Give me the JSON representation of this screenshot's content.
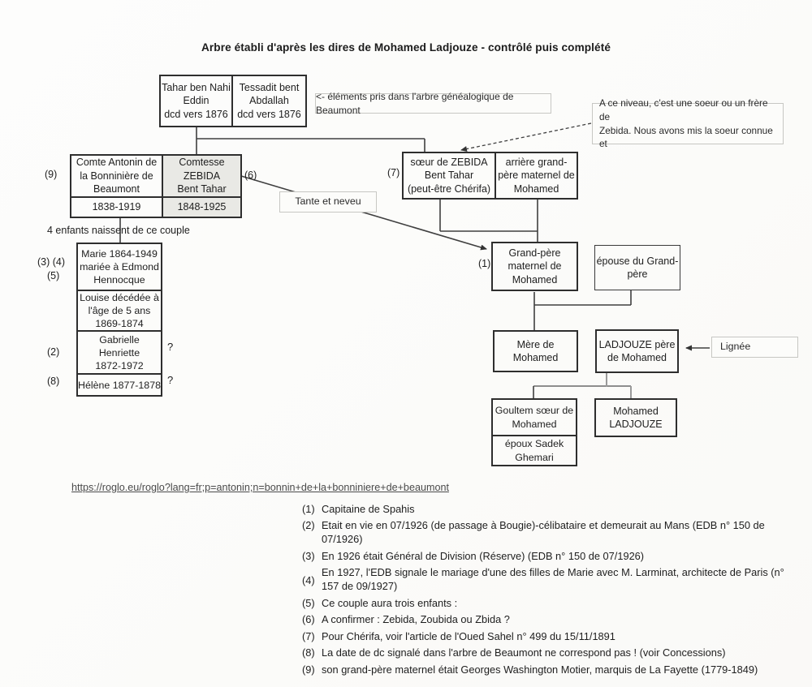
{
  "title": "Arbre établi d'après les dires de Mohamed Ladjouze - contrôlé puis complété",
  "annotations": {
    "elements_note": "<- éléments pris dans l'arbre généalogique de Beaumont",
    "niveau_note": "A ce niveau, c'est  une soeur ou un frère de\nZebida. Nous avons mis la soeur connue et",
    "tante_label": "Tante et neveu",
    "lignee_label": "Lignée",
    "children_caption": "4 enfants naissent de ce couple",
    "question_mark": "?"
  },
  "nodes": {
    "tahar": "Tahar ben Nahi\nEddin\ndcd vers 1876",
    "tessadit": "Tessadit bent\nAbdallah\ndcd vers 1876",
    "comte": "Comte Antonin de\nla Bonninière de\nBeaumont",
    "comte_years": "1838-1919",
    "comtesse": "Comtesse\nZEBIDA\nBent Tahar",
    "comtesse_years": "1848-1925",
    "soeur": "sœur de ZEBIDA\nBent Tahar\n(peut-être Chérifa)",
    "arriere": "arrière grand-\npère maternel de\nMohamed",
    "grandpere": "Grand-père\nmaternel de\nMohamed",
    "epouse": "épouse du Grand-\npère",
    "mere": "Mère de\nMohamed",
    "ladjouze_pere": "LADJOUZE père\nde Mohamed",
    "goultem": "Goultem sœur de\nMohamed",
    "goultem_epoux": "époux Sadek\nGhemari",
    "mohamed": "Mohamed\nLADJOUZE",
    "marie": "Marie 1864-1949\nmariée à Edmond\nHennocque",
    "louise": "Louise décédée à\nl'âge de 5 ans\n1869-1874",
    "gabrielle": "Gabrielle\nHenriette\n1872-1972",
    "helene": "Hélène 1877-1878"
  },
  "refs": {
    "r9": "(9)",
    "r6": "(6)",
    "r7": "(7)",
    "r1": "(1)",
    "r34": "(3) (4)",
    "r5": "(5)",
    "r2": "(2)",
    "r8": "(8)"
  },
  "link": {
    "url_text": "https://roglo.eu/roglo?lang=fr;p=antonin;n=bonnin+de+la+bonniniere+de+beaumont"
  },
  "footnotes": [
    {
      "num": "(1)",
      "text": "Capitaine de Spahis"
    },
    {
      "num": "(2)",
      "text": "Etait en vie en 07/1926 (de passage à Bougie)-célibataire et demeurait au Mans (EDB n° 150 de 07/1926)"
    },
    {
      "num": "(3)",
      "text": "En 1926 était Général de Division (Réserve) (EDB n° 150 de 07/1926)"
    },
    {
      "num": "(4)",
      "text": "En 1927, l'EDB signale le mariage d'une des filles de Marie avec M. Larminat, architecte de Paris (n° 157 de 09/1927)"
    },
    {
      "num": "(5)",
      "text": "Ce couple aura trois enfants :"
    },
    {
      "num": "(6)",
      "text": "A confirmer : Zebida, Zoubida ou Zbida ?"
    },
    {
      "num": "(7)",
      "text": "Pour Chérifa, voir l'article de l'Oued Sahel n° 499 du 15/11/1891"
    },
    {
      "num": "(8)",
      "text": "La date de dc signalé dans l'arbre de Beaumont ne correspond pas ! (voir Concessions)"
    },
    {
      "num": "(9)",
      "text": "son grand-père maternel était Georges Washington Motier, marquis de La Fayette (1779-1849)"
    }
  ],
  "colors": {
    "line": "#3f3f3f",
    "gray_line": "#9a9a9a",
    "box_border": "#2e2e2e",
    "shaded_fill": "#e9e9e5",
    "light_border": "#c7c7c3"
  }
}
